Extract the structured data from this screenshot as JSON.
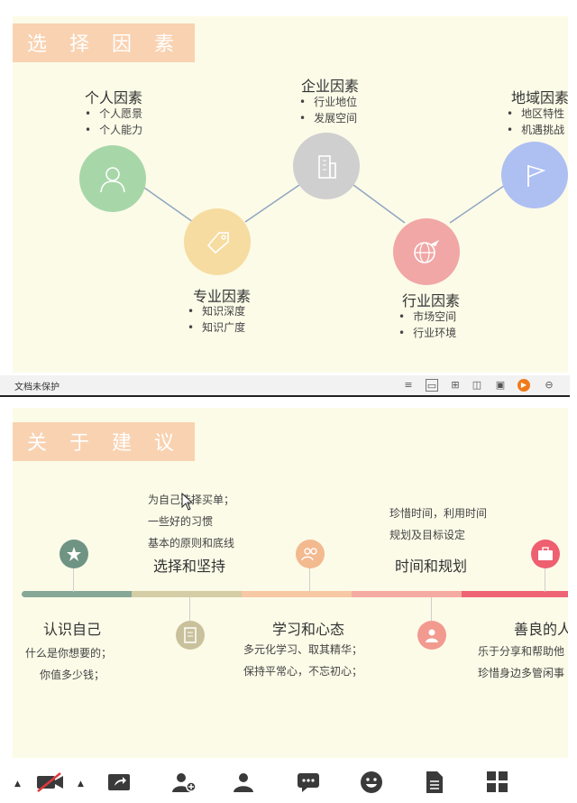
{
  "slide1": {
    "title": "选 择 因 素",
    "factors": [
      {
        "title": "个人因素",
        "items": [
          "个人愿景",
          "个人能力"
        ],
        "icon": "person-icon",
        "color": "#a7d7a8"
      },
      {
        "title": "专业因素",
        "items": [
          "知识深度",
          "知识广度"
        ],
        "icon": "tag-icon",
        "color": "#f6dca0"
      },
      {
        "title": "企业因素",
        "items": [
          "行业地位",
          "发展空间"
        ],
        "icon": "building-icon",
        "color": "#cfcfcf"
      },
      {
        "title": "行业因素",
        "items": [
          "市场空间",
          "行业环境"
        ],
        "icon": "globe-plane-icon",
        "color": "#f0a7a6"
      },
      {
        "title": "地域因素",
        "items": [
          "地区特性",
          "机遇挑战"
        ],
        "icon": "flag-icon",
        "color": "#aebff2"
      }
    ]
  },
  "statusbar": {
    "protect_text": "文档未保护",
    "icons": [
      "notes-icon",
      "normal-view-icon",
      "sorter-view-icon",
      "reading-view-icon",
      "presenter-icon",
      "play-icon",
      "zoom-out-icon"
    ]
  },
  "slide2": {
    "title": "关 于 建 议",
    "steps": [
      {
        "title": "认识自己",
        "lines": [
          "什么是你想要的；",
          "你值多少钱；"
        ],
        "icon": "star-icon",
        "color": "#6f9484"
      },
      {
        "title": "选择和坚持",
        "lines": [
          "为自己选择买单；",
          "一些好的习惯",
          "基本的原则和底线"
        ],
        "icon": "document-icon",
        "color": "#c9c19c"
      },
      {
        "title": "学习和心态",
        "lines": [
          "多元化学习、取其精华；",
          "保持平常心，不忘初心；"
        ],
        "icon": "group-icon",
        "color": "#f3b98f"
      },
      {
        "title": "时间和规划",
        "lines": [
          "珍惜时间，利用时间",
          "规划及目标设定"
        ],
        "icon": "presenter-user-icon",
        "color": "#f29a90"
      },
      {
        "title": "善良的人",
        "lines": [
          "乐于分享和帮助他",
          "珍惜身边多管闲事"
        ],
        "icon": "briefcase-icon",
        "color": "#ee5f70"
      }
    ]
  },
  "toolbar": {
    "buttons": [
      "video-off-icon",
      "share-screen-icon",
      "invite-icon",
      "participants-icon",
      "chat-icon",
      "reactions-icon",
      "notes-doc-icon",
      "apps-icon"
    ]
  }
}
